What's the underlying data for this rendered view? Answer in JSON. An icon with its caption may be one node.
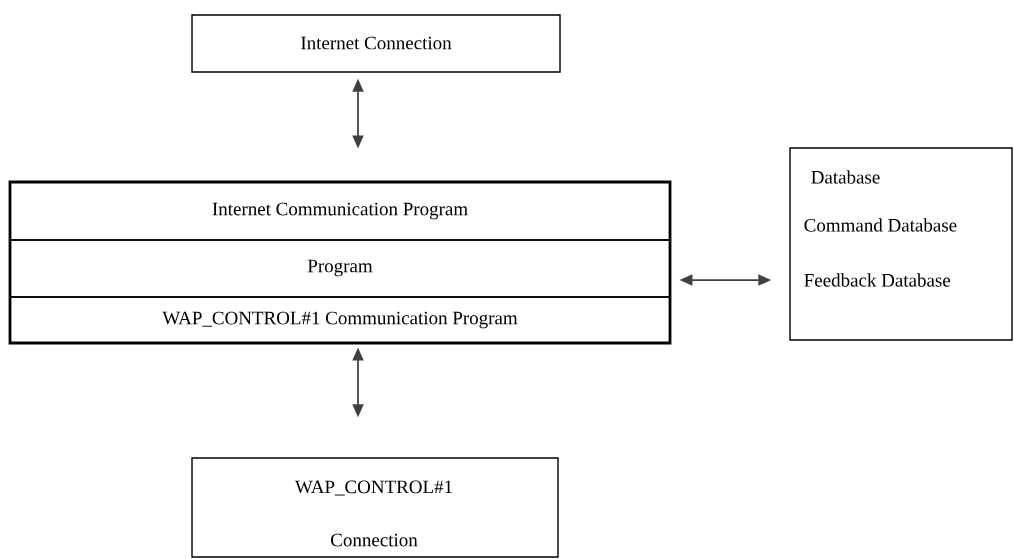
{
  "diagram": {
    "nodes": [
      {
        "text": [
          "Internet Connection"
        ]
      },
      {
        "text": [],
        "shape": "box"
      },
      {
        "text": [
          "Internet Communication Program"
        ],
        "in": 1
      },
      {
        "text": [
          "Program"
        ],
        "in": 1
      },
      {
        "text": [
          "WAP_CONTROL#1 Communication Program"
        ],
        "in": 1
      },
      {
        "text": [
          "Database",
          "Command Database",
          "Feedback Database"
        ]
      },
      {
        "text": [
          "WAP_CONTROL#1",
          "Connection"
        ]
      }
    ],
    "edges": [
      {
        "from": 0,
        "to": 1,
        "arrow": "both"
      },
      {
        "from": 1,
        "to": 5,
        "arrow": "both"
      },
      {
        "from": 1,
        "to": 6,
        "arrow": "both"
      }
    ]
  }
}
